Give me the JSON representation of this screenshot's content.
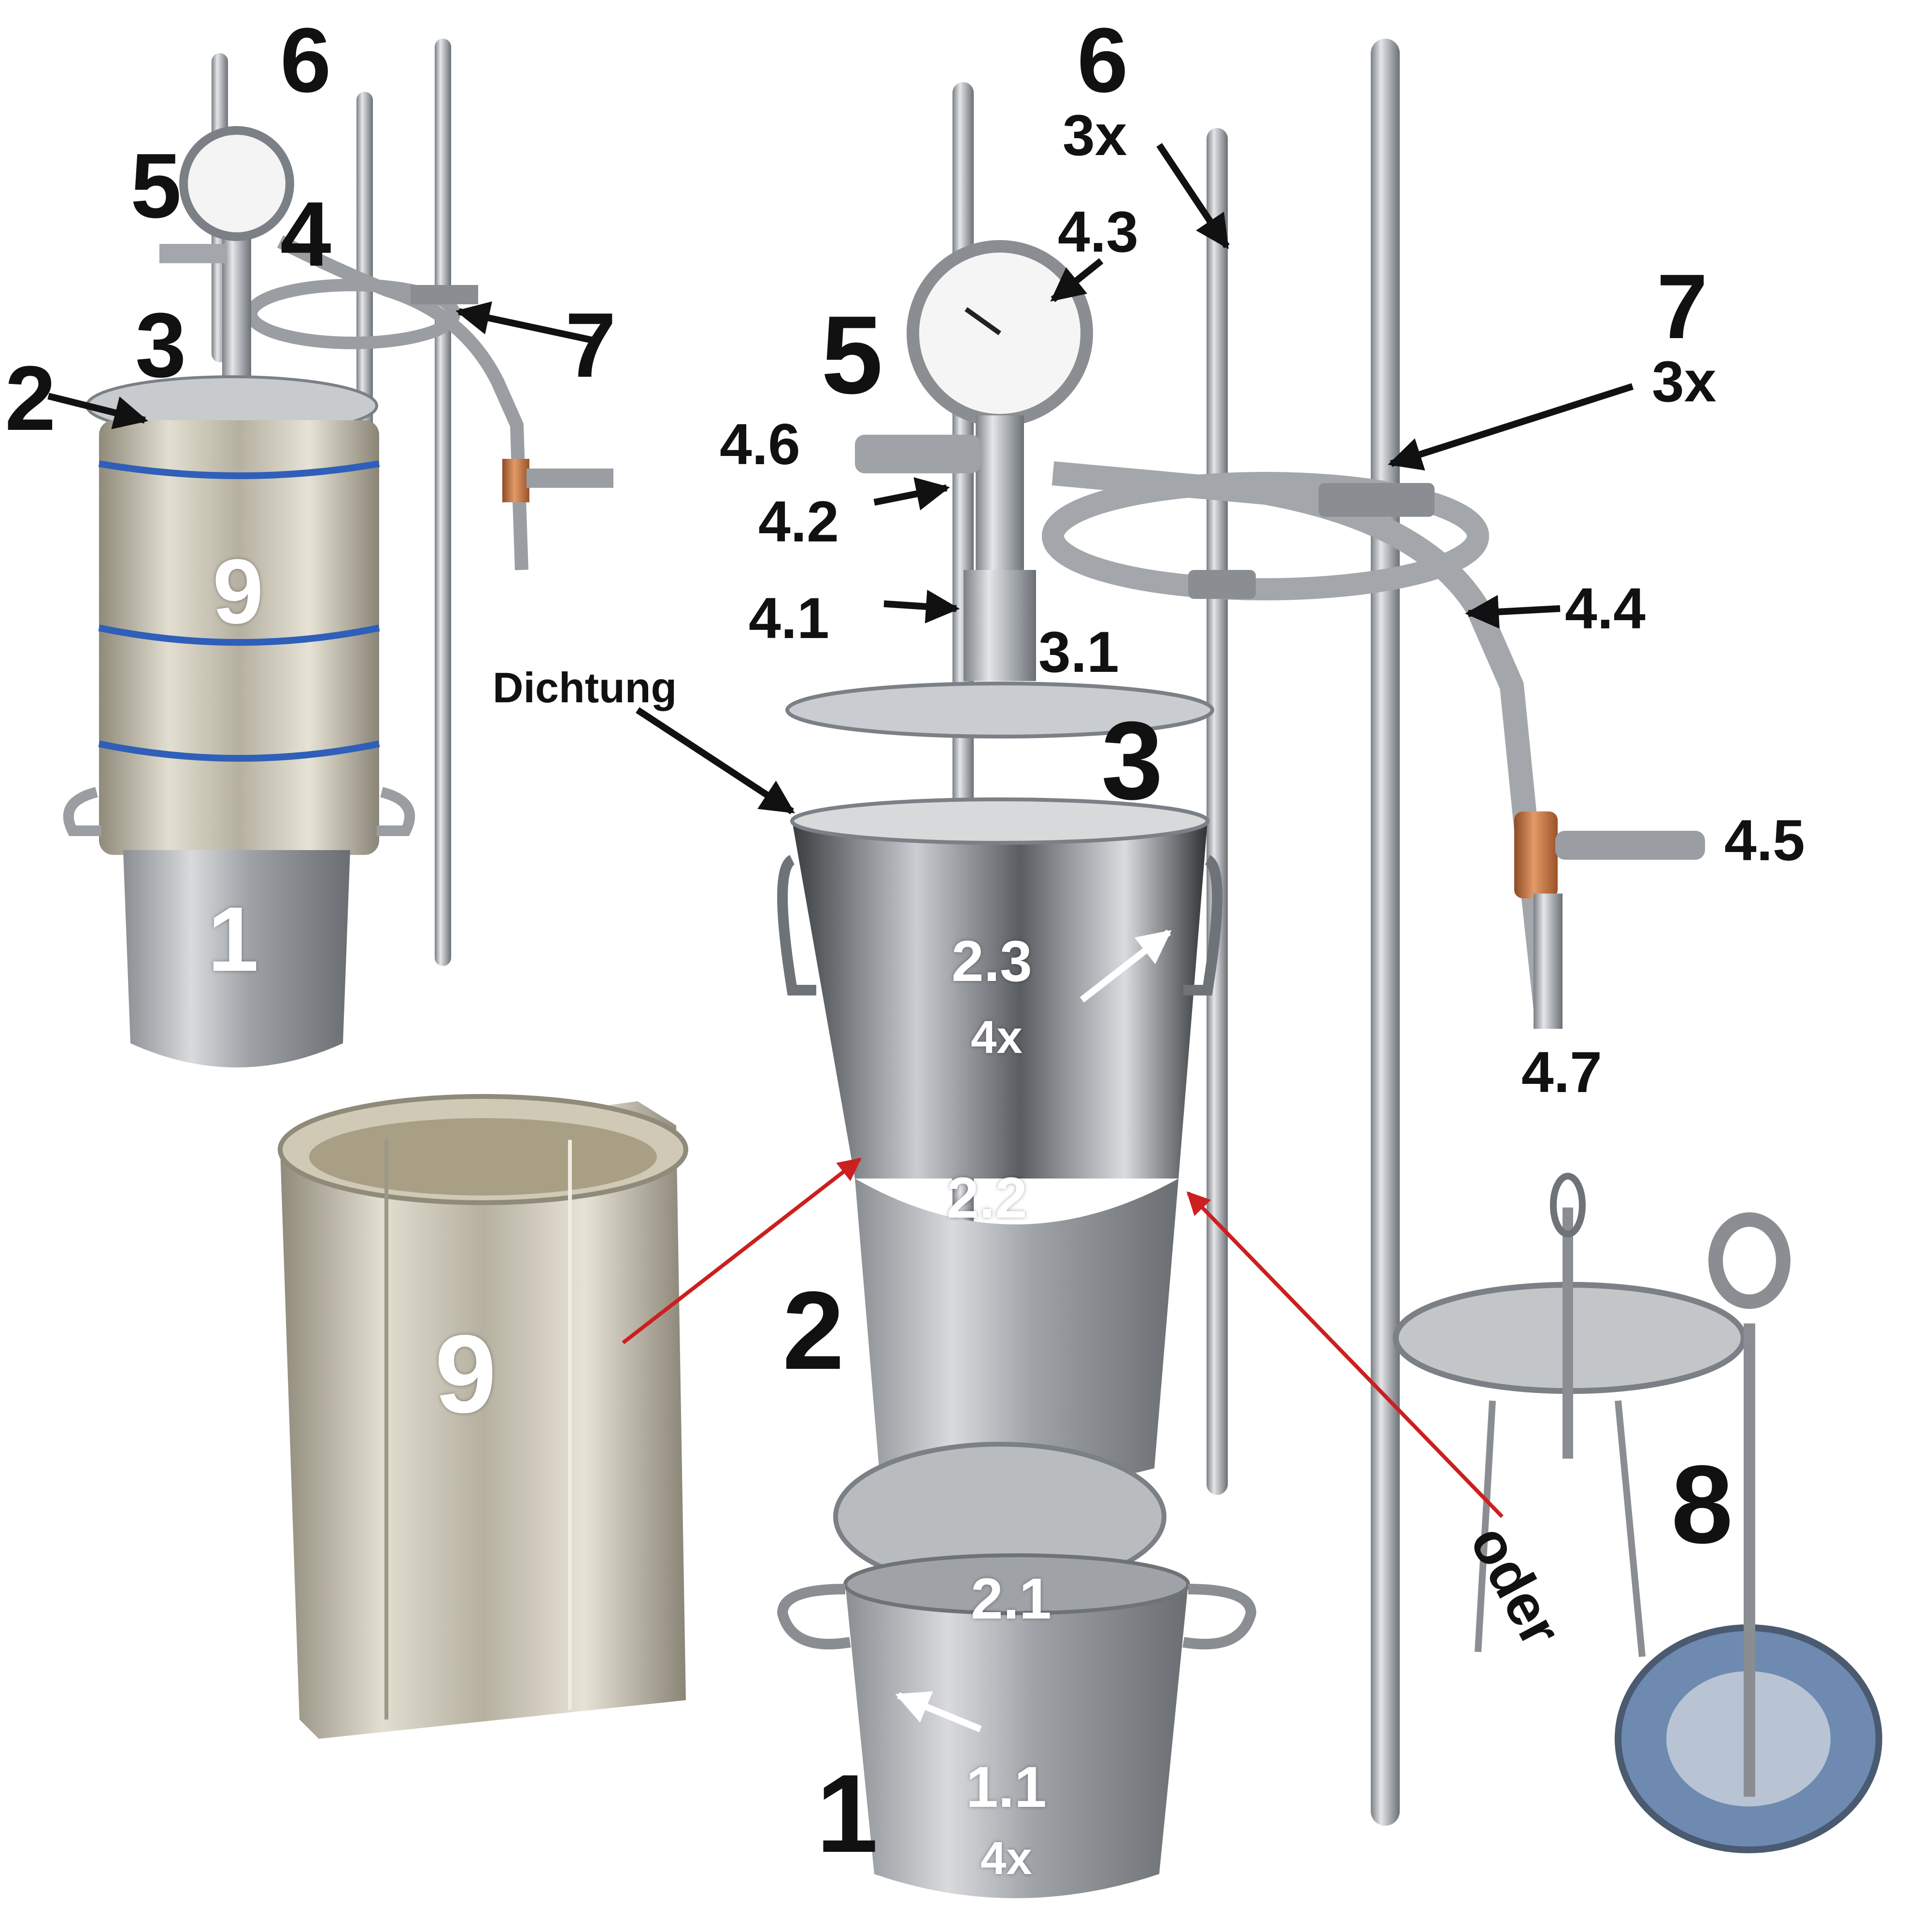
{
  "image": {
    "colors": {
      "steel": "#b8bcc0",
      "steel_dark": "#6e7378",
      "foil": "#c9c6b8",
      "copper": "#c87a4a",
      "rope": "#2f5fb8",
      "red_arrow": "#cc1f1f",
      "black": "#111111",
      "white": "#ffffff"
    }
  },
  "labels": {
    "left": {
      "l1": "1",
      "l2": "2",
      "l3": "3",
      "l4": "4",
      "l5": "5",
      "l6": "6",
      "l7": "7",
      "l9": "9"
    },
    "main": {
      "l6": "6",
      "l6_count": "3x",
      "l43": "4.3",
      "l5": "5",
      "l46": "4.6",
      "l42": "4.2",
      "l41": "4.1",
      "l31": "3.1",
      "dichtung": "Dichtung",
      "l3": "3",
      "l7": "7",
      "l7_count": "3x",
      "l44": "4.4",
      "l45": "4.5",
      "l47": "4.7",
      "l23": "2.3",
      "l23_count": "4x",
      "l22": "2.2",
      "l2": "2",
      "l21": "2.1",
      "l11": "1.1",
      "l11_count": "4x",
      "l1": "1",
      "l9": "9",
      "l8": "8",
      "oder": "oder"
    }
  }
}
